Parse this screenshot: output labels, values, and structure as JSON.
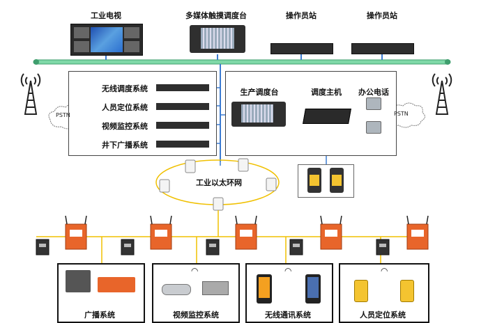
{
  "top": {
    "tv_label": "工业电视",
    "console_label": "多媒体触摸调度台",
    "station1_label": "操作员站",
    "station2_label": "操作员站"
  },
  "left_box": {
    "items": [
      "无线调度系统",
      "人员定位系统",
      "视频监控系统",
      "井下广播系统"
    ]
  },
  "right_box": {
    "console_label": "生产调度台",
    "host_label": "调度主机",
    "phone_label": "办公电话"
  },
  "pstn": {
    "left": "PSTN",
    "right": "PSTN"
  },
  "ring": {
    "label": "工业以太环网"
  },
  "bottom": {
    "broadcast": "广播系统",
    "video": "视频监控系统",
    "wireless": "无线通讯系统",
    "location": "人员定位系统"
  },
  "colors": {
    "backbone": "#7fd9a8",
    "ring": "#f0c000",
    "line_blue": "#3b7bd1",
    "device_orange": "#e8652a",
    "phone_yellow": "#f4c430"
  }
}
